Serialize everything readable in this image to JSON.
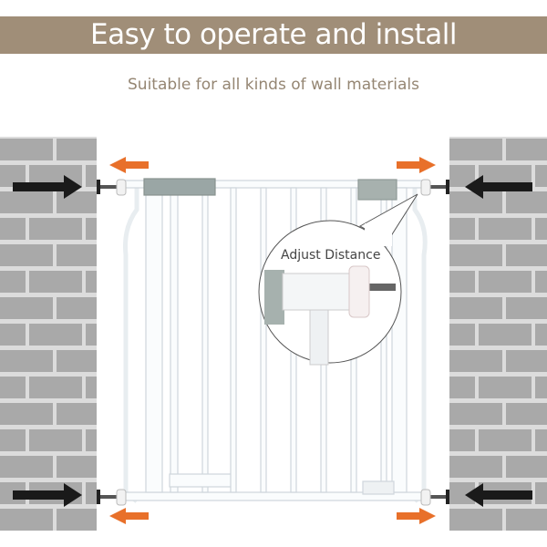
{
  "header": {
    "title": "Easy to operate and install"
  },
  "subtitle": "Suitable for all kinds of wall materials",
  "callout": {
    "label": "Adjust Distance"
  },
  "colors": {
    "banner": "#a08e78",
    "arrow_orange": "#e8702a",
    "arrow_black": "#1a1a1a",
    "brick": "#a9a9a9",
    "mortar": "#dcdcdc"
  }
}
